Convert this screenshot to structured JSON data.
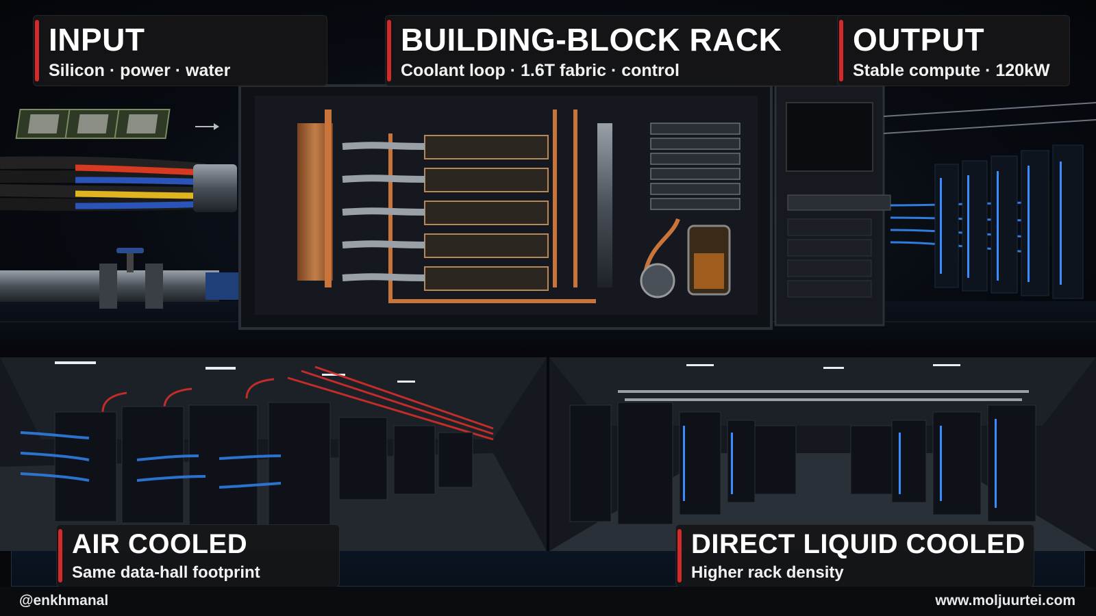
{
  "cards": {
    "input": {
      "title": "INPUT",
      "subtitle": "Silicon · power · water"
    },
    "rack": {
      "title": "BUILDING-BLOCK RACK",
      "subtitle": "Coolant loop · 1.6T fabric · control"
    },
    "output": {
      "title": "OUTPUT",
      "subtitle": "Stable compute · 120kW"
    },
    "air": {
      "title": "AIR COOLED",
      "subtitle": "Same data-hall footprint"
    },
    "liquid": {
      "title": "DIRECT LIQUID COOLED",
      "subtitle": "Higher rack density"
    }
  },
  "footer": {
    "handle": "@enkhmanal",
    "website": "www.moljuurtei.com"
  },
  "colors": {
    "accent": "#d42a2a",
    "copper": "#c8743a",
    "cool_blue": "#2f7de0",
    "hot_red": "#e0302a"
  },
  "icons": [
    "chip-icon",
    "cable-bundle-icon",
    "water-pipe-icon",
    "valve-icon",
    "arrow-right-icon"
  ]
}
